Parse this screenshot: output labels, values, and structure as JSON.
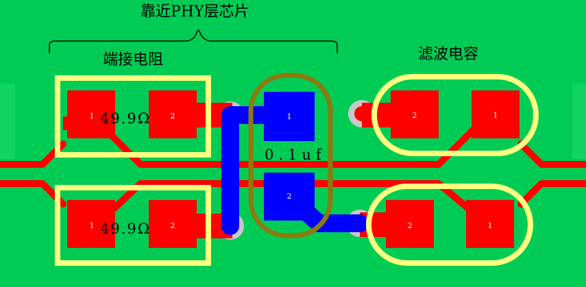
{
  "annotations": {
    "top_label": "靠近PHY层芯片",
    "left_group_label": "端接电阻",
    "right_group_label": "滤波电容"
  },
  "components": {
    "resistor_top": {
      "value": "49.9Ω",
      "pad_a": "1",
      "pad_b": "2"
    },
    "resistor_bottom": {
      "value": "49.9Ω",
      "pad_a": "1",
      "pad_b": "2"
    },
    "center_cap": {
      "value": "0.1uf",
      "pad_a": "1",
      "pad_b": "2"
    },
    "filter_cap_top": {
      "pad_a": "2",
      "pad_b": "1"
    },
    "filter_cap_bottom": {
      "pad_a": "2",
      "pad_b": "1"
    }
  },
  "colors": {
    "board": "#00cc55",
    "trace_red": "#ff0000",
    "trace_blue": "#0000ff",
    "pad_red": "#ff0000",
    "pad_blue": "#0000ff",
    "highlight_yellow": "#ffff80",
    "highlight_olive": "#8a7a10",
    "via": "#c8c8c8",
    "text": "#000000"
  }
}
